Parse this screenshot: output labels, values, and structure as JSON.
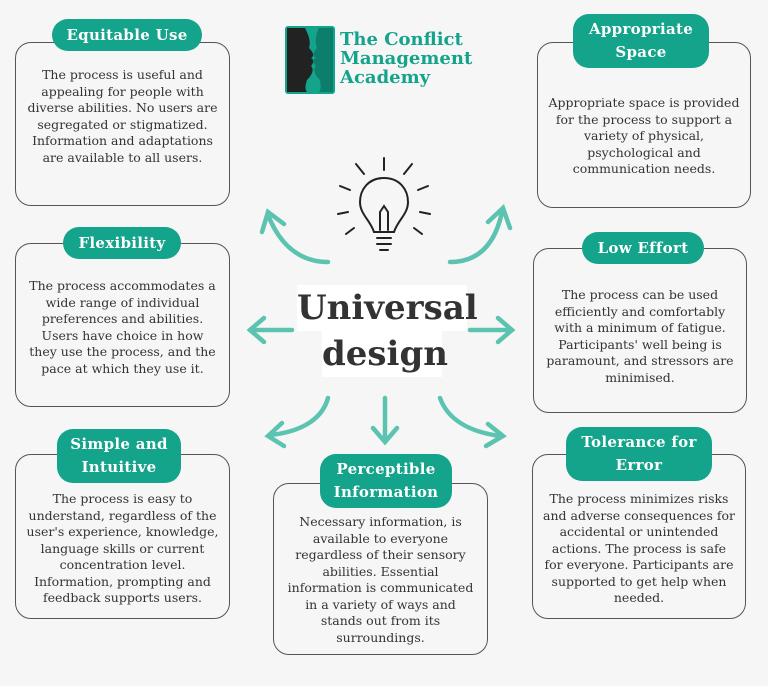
{
  "logo": {
    "lines": [
      "The Conflict",
      "Management",
      "Academy"
    ]
  },
  "center": {
    "line1": "Universal",
    "line2": "design"
  },
  "principles": [
    {
      "title": "Equitable Use",
      "text": "The process is useful and appealing for people with diverse abilities. No users are segregated or stigmatized. Information and adaptations are available to all users."
    },
    {
      "title": "Appropriate\nSpace",
      "text": "Appropriate space is provided for the process to support a variety of physical, psychological and communication needs."
    },
    {
      "title": "Flexibility",
      "text": "The process accommodates a wide range of individual preferences and abilities. Users have choice in how they use the process, and the pace at which they use it."
    },
    {
      "title": "Low Effort",
      "text": "The process can be used efficiently and comfortably with a minimum of fatigue. Participants' well being is paramount, and stressors are minimised."
    },
    {
      "title": "Simple and\nIntuitive",
      "text": "The process is easy to understand, regardless of the user's experience, knowledge, language skills or current concentration level. Information, prompting and feedback supports users."
    },
    {
      "title": "Perceptible\nInformation",
      "text": "Necessary information, is available to everyone regardless of their sensory abilities. Essential information is communicated in a variety of ways and stands out from its surroundings."
    },
    {
      "title": "Tolerance for\nError",
      "text": "The process minimizes risks and adverse consequences for accidental or unintended actions. The process is safe for everyone. Participants are supported to get help when needed."
    }
  ],
  "colors": {
    "accent": "#14a38b",
    "arrow": "#5cc3b1"
  }
}
